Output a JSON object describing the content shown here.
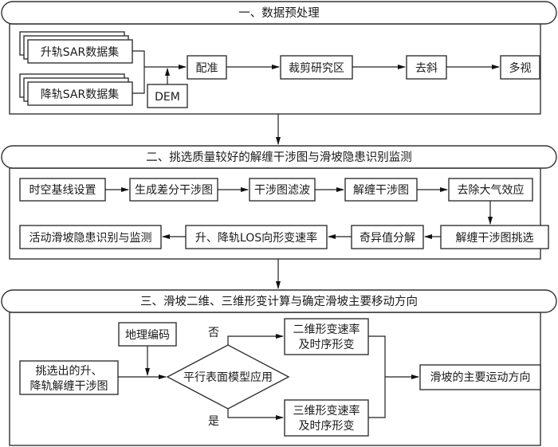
{
  "sections": [
    {
      "title": "一、数据预处理",
      "nodes": {
        "ascending_sar": "升轨SAR数据集",
        "descending_sar": "降轨SAR数据集",
        "dem": "DEM",
        "coregistration": "配准",
        "crop": "裁剪研究区",
        "deramp": "去斜",
        "multilook": "多视"
      }
    },
    {
      "title": "二、挑选质量较好的解缠干涉图与滑坡隐患识别监测",
      "nodes": {
        "baseline": "时空基线设置",
        "diff_interferogram": "生成差分干涉图",
        "filter": "干涉图滤波",
        "unwrap": "解缠干涉图",
        "atmosphere": "去除大气效应",
        "select": "解缠干涉图挑选",
        "svd": "奇异值分解",
        "los_rate": "升、降轨LOS向形变速率",
        "monitor": "活动滑坡隐患识别与监测"
      }
    },
    {
      "title": "三、滑坡二维、三维形变计算与确定滑坡主要移动方向",
      "nodes": {
        "input_line1": "挑选出的升、",
        "input_line2": "降轨解缠干涉图",
        "geocode": "地理编码",
        "decision": "平行表面模型应用",
        "no_label": "否",
        "yes_label": "是",
        "rate2d_line1": "二维形变速率",
        "rate2d_line2": "及时序形变",
        "rate3d_line1": "三维形变速率",
        "rate3d_line2": "及时序形变",
        "direction": "滑坡的主要运动方向"
      }
    }
  ]
}
